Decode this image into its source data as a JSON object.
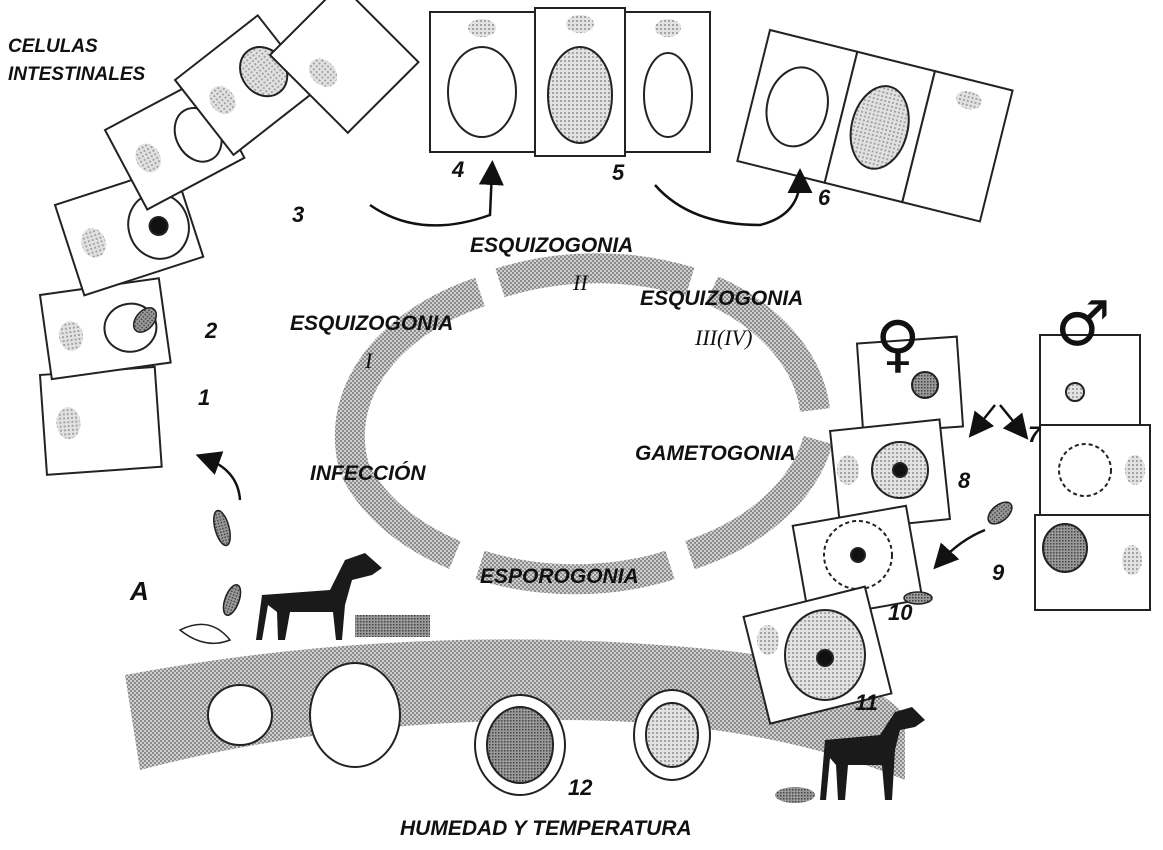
{
  "diagram": {
    "title_line1": "CELULAS",
    "title_line2": "INTESTINALES",
    "phases": {
      "esquizogonia_1": "ESQUIZOGONIA",
      "esquizogonia_1_roman": "I",
      "esquizogonia_2": "ESQUIZOGONIA",
      "esquizogonia_2_roman": "II",
      "esquizogonia_3": "ESQUIZOGONIA",
      "esquizogonia_3_roman": "III(IV)",
      "infeccion": "INFECCIÓN",
      "gametogonia": "GAMETOGONIA",
      "esporogonia": "ESPOROGONIA"
    },
    "environment": "HUMEDAD Y TEMPERATURA",
    "point_label": "A",
    "stage_numbers": [
      "1",
      "2",
      "3",
      "4",
      "5",
      "6",
      "7",
      "8",
      "9",
      "10",
      "11",
      "12"
    ],
    "sex_symbols": {
      "female": "♀",
      "male": "♂"
    },
    "colors": {
      "ring_stipple": "#a8a8a8",
      "cell_outline": "#222222",
      "nucleus": "#9a9a9a",
      "ink": "#111111"
    }
  }
}
